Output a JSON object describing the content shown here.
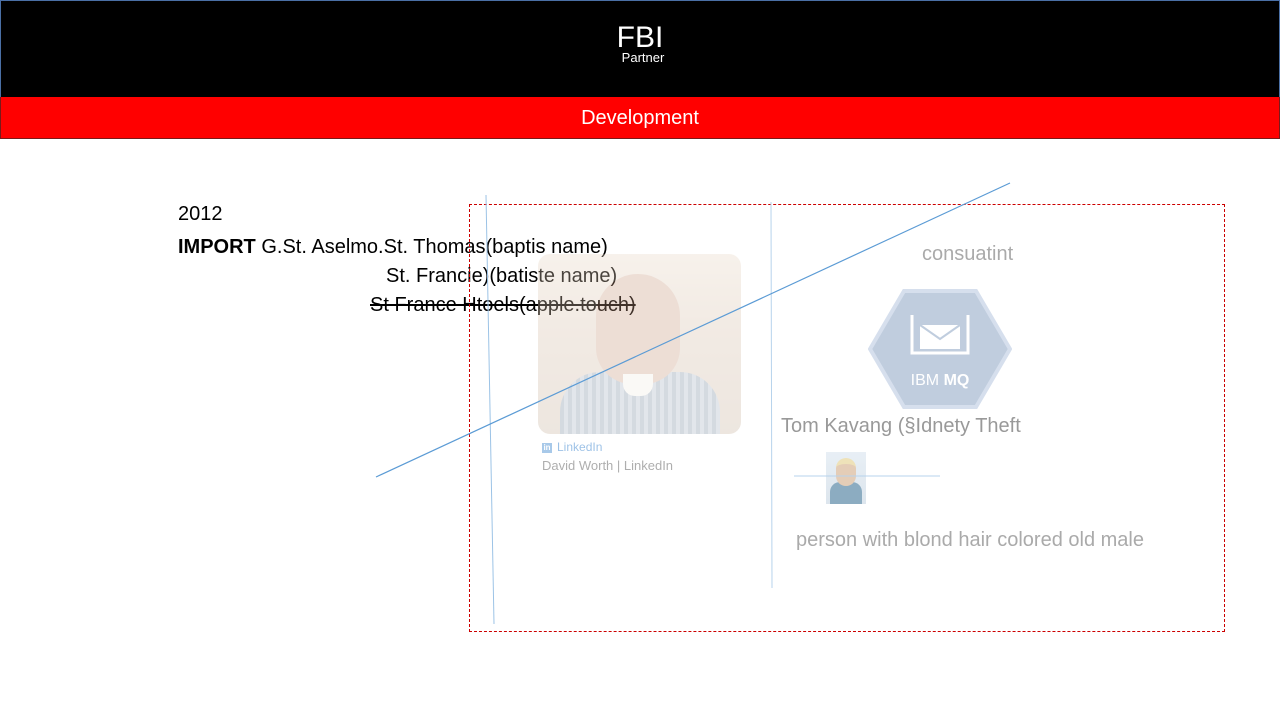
{
  "header": {
    "title": "FBI",
    "subtitle": "Partner"
  },
  "band": {
    "label": "Development"
  },
  "notes": {
    "year": "2012",
    "import_keyword": "IMPORT",
    "import_rest": " G.St. Aselmo.St. Thomas(baptis name)",
    "line2": "St. Francie)(batiste name)",
    "line3_struck": "St France Htoels(apple.touch)"
  },
  "card": {
    "linkedin_label": "LinkedIn",
    "linkedin_caption": "David Worth | LinkedIn",
    "consult_text": "consuatint",
    "badge_text_prefix": "IBM",
    "badge_text_strong": "MQ",
    "person_line": "Tom Kavang (§Idnety Theft",
    "description": "person with blond hair colored old male"
  },
  "colors": {
    "header_bg": "#000000",
    "band_bg": "#ff0000",
    "frame_border": "#cc0000",
    "guide_line": "#5b9bd5",
    "faded_text": "#aaaaaa"
  }
}
